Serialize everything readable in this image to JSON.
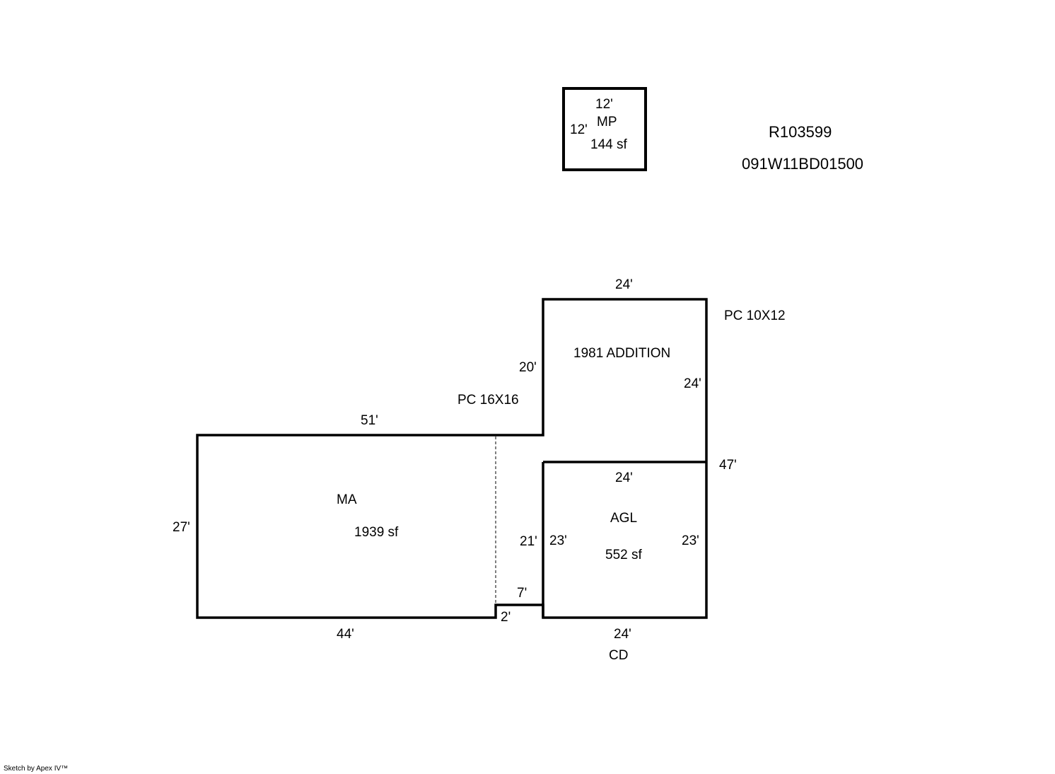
{
  "parcel": {
    "account_id": "R103599",
    "map_tax_lot": "091W11BD01500"
  },
  "areas": {
    "mp": {
      "code": "MP",
      "area": "144 sf",
      "top": "12'",
      "left": "12'"
    },
    "addition": {
      "label": "1981 ADDITION",
      "top": "24'",
      "left": "20'",
      "right": "24'",
      "right_total": "47'"
    },
    "ma": {
      "code": "MA",
      "area": "1939 sf",
      "top": "51'",
      "left": "27'",
      "bottom": "44'"
    },
    "agl": {
      "code": "AGL",
      "area": "552 sf",
      "top": "24'",
      "left_outer": "21'",
      "left": "23'",
      "right": "23'",
      "bottom": "24'"
    },
    "step": {
      "horizontal": "7'",
      "vertical": "2'"
    }
  },
  "features": {
    "pc_small": "PC  10X12",
    "pc_large": "PC  16X16",
    "cd": "CD"
  },
  "footer": {
    "credit": "Sketch by Apex IV™"
  },
  "colors": {
    "line": "#000000",
    "background": "#ffffff"
  }
}
